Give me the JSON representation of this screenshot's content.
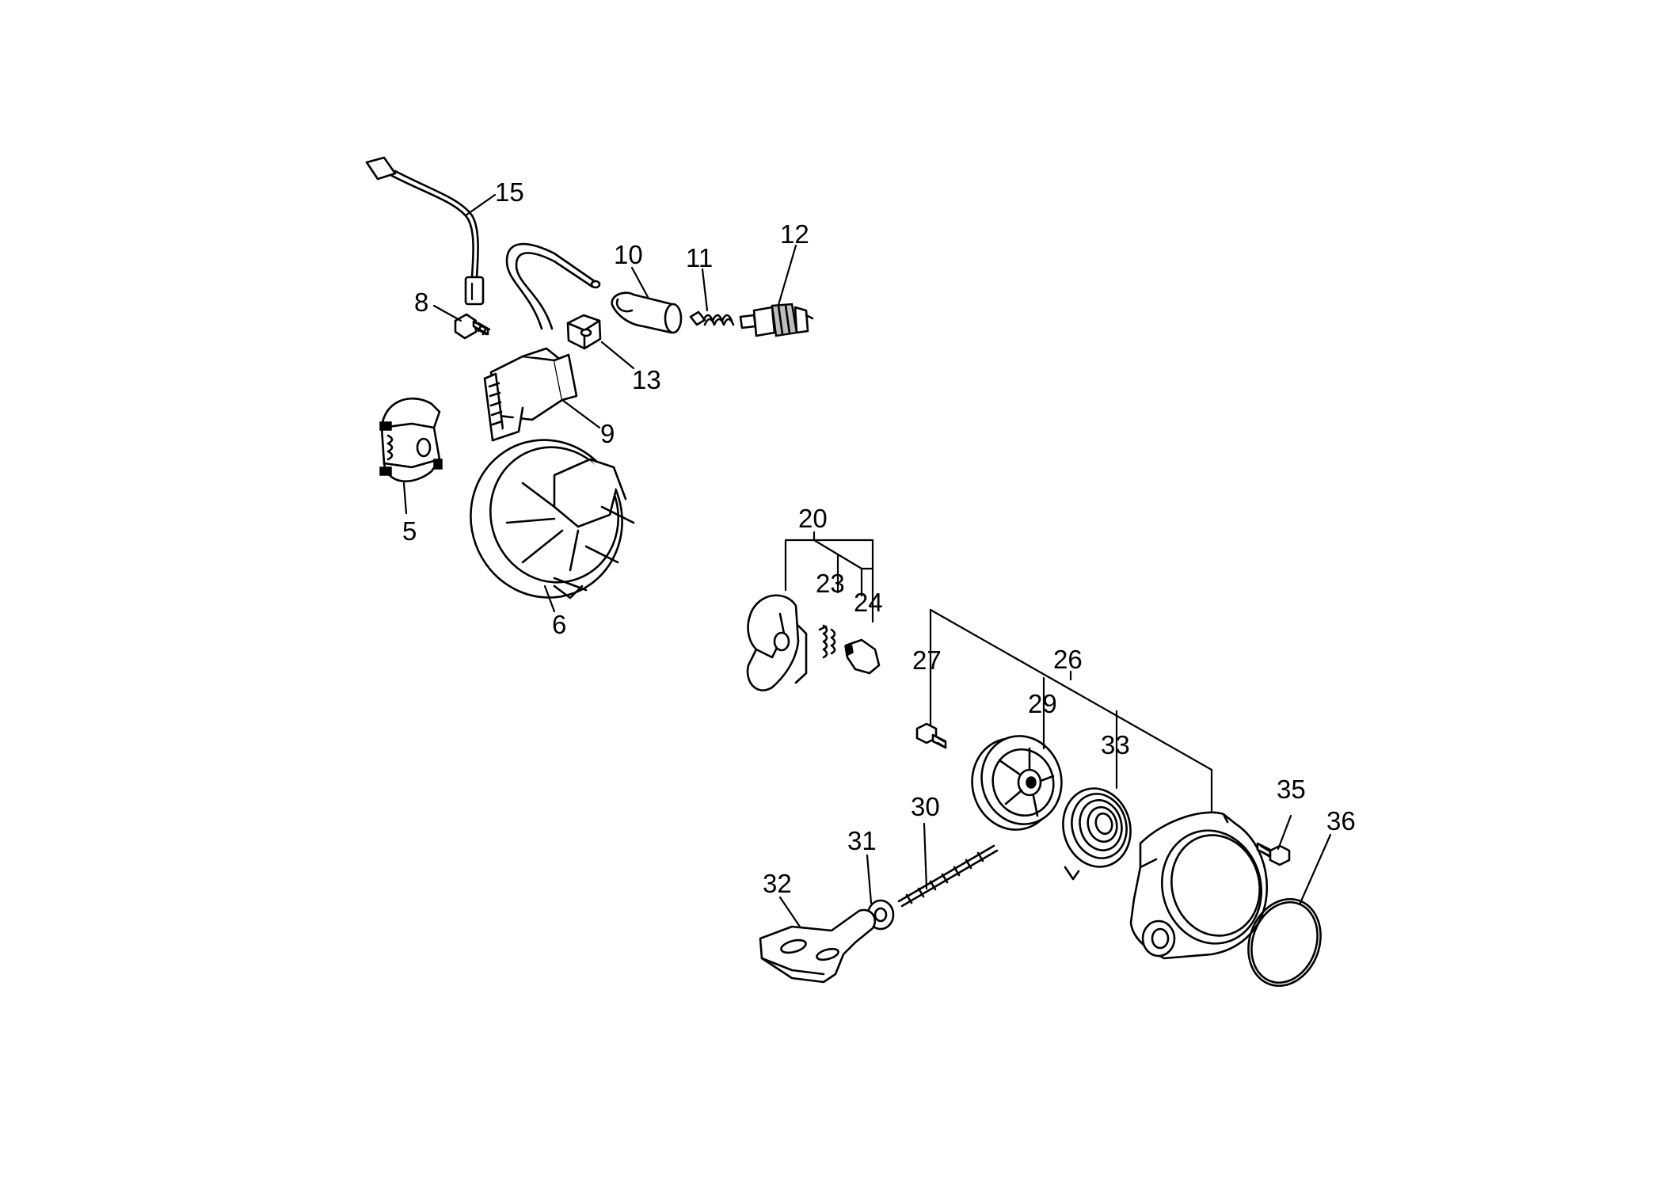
{
  "diagram": {
    "background": "#ffffff",
    "line_color": "#000000",
    "callouts": [
      "15",
      "8",
      "10",
      "11",
      "12",
      "13",
      "9",
      "5",
      "6",
      "20",
      "23",
      "24",
      "27",
      "26",
      "29",
      "33",
      "30",
      "31",
      "32",
      "35",
      "36"
    ]
  }
}
